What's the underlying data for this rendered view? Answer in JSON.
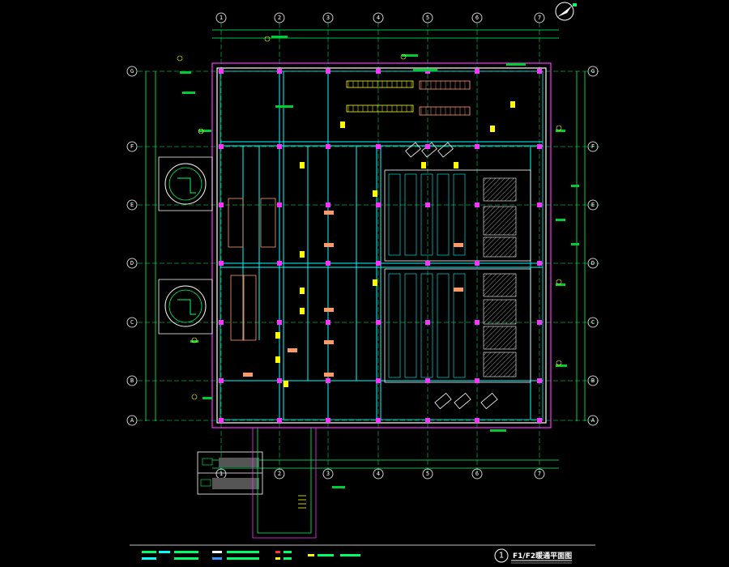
{
  "drawing": {
    "column_grid": [
      "1",
      "2",
      "3",
      "4",
      "5",
      "6",
      "7"
    ],
    "row_grid": [
      "G",
      "F",
      "E",
      "D",
      "C",
      "B",
      "A"
    ],
    "title": {
      "number": "1",
      "name": "F1/F2暖通平面图"
    }
  },
  "palette": {
    "background": "#000000",
    "wall": "#ffffff",
    "grid_line": "#00ff66",
    "duct": "#00ffff",
    "equipment": "#ffff00",
    "column": "#ff33ff",
    "boundary": "#ff33ff",
    "text_block": "#00cc33",
    "tag": "#ff9966",
    "accent_red": "#ff3333",
    "accent_blue": "#3399ff"
  }
}
